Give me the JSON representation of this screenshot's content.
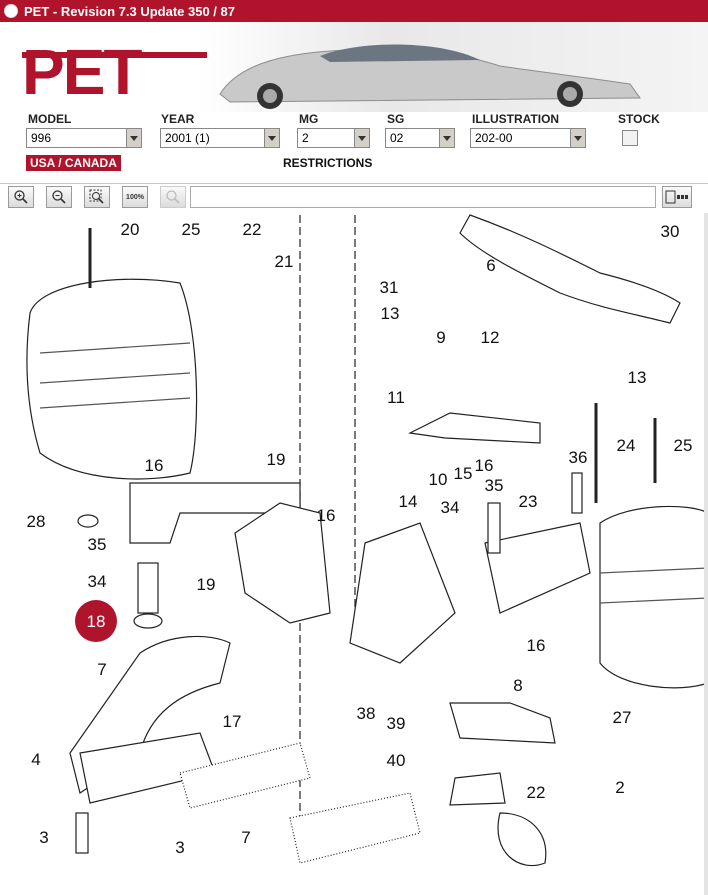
{
  "window": {
    "title": "PET - Revision 7.3 Update 350 / 87"
  },
  "banner": {
    "logo": "PET"
  },
  "selectors": {
    "model": {
      "label": "MODEL",
      "value": "996"
    },
    "year": {
      "label": "YEAR",
      "value": "2001 (1)"
    },
    "mg": {
      "label": "MG",
      "value": "2"
    },
    "sg": {
      "label": "SG",
      "value": "02"
    },
    "illustration": {
      "label": "ILLUSTRATION",
      "value": "202-00"
    },
    "stock": {
      "label": "STOCK"
    }
  },
  "region": {
    "badge": "USA / CANADA",
    "restrictions": "RESTRICTIONS"
  },
  "toolbar": {
    "zoom_in_icon": "zoom-in-icon",
    "zoom_out_icon": "zoom-out-icon",
    "zoom_window_icon": "zoom-window-icon",
    "zoom_100_label": "100%",
    "search_icon": "search-icon",
    "view_layout_icon": "view-layout-icon"
  },
  "diagram": {
    "highlight_color": "#b0142c",
    "highlighted_callout": "18",
    "callouts": [
      "20",
      "25",
      "22",
      "21",
      "31",
      "6",
      "30",
      "13",
      "9",
      "12",
      "13",
      "11",
      "14",
      "10",
      "15",
      "16",
      "19",
      "16",
      "24",
      "25",
      "36",
      "35",
      "23",
      "16",
      "28",
      "35",
      "34",
      "18",
      "19",
      "34",
      "16",
      "8",
      "7",
      "17",
      "38",
      "39",
      "40",
      "22",
      "27",
      "2",
      "4",
      "3",
      "3",
      "7"
    ]
  }
}
